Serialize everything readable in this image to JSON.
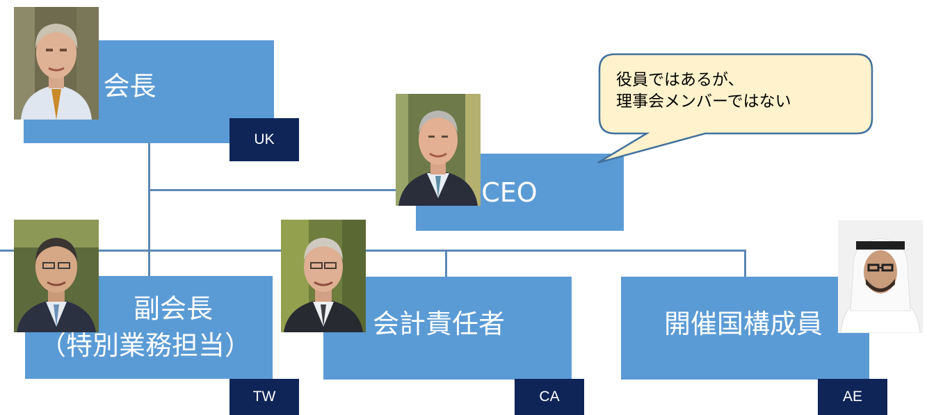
{
  "colors": {
    "box_fill": "#5b9bd5",
    "code_fill": "#0f2558",
    "connector": "#5b87b4",
    "callout_fill": "#fff2cc",
    "callout_border": "#41719c"
  },
  "nodes": {
    "chairman": {
      "title": "会長",
      "country": "UK"
    },
    "ceo": {
      "title": "CEO"
    },
    "vice_chairman": {
      "title_line1": "副会長",
      "title_line2": "（特別業務担当）",
      "country": "TW"
    },
    "treasurer": {
      "title": "会計責任者",
      "country": "CA"
    },
    "host_member": {
      "title": "開催国構成員",
      "country": "AE"
    }
  },
  "callout": {
    "line1": "役員ではあるが、",
    "line2": "理事会メンバーではない"
  },
  "icons": {
    "chairman_photo": "portrait-photo",
    "ceo_photo": "portrait-photo",
    "vice_chairman_photo": "portrait-photo",
    "treasurer_photo": "portrait-photo",
    "host_member_photo": "portrait-photo"
  }
}
